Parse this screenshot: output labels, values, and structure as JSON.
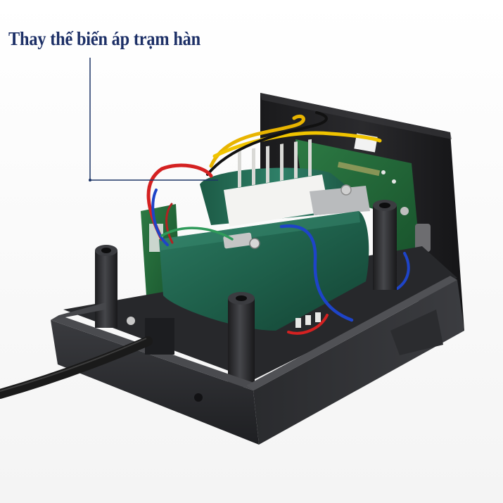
{
  "caption": {
    "text": "Thay thế biến áp trạm hàn"
  },
  "colors": {
    "caption_text": "#1c2f66",
    "leader_line": "#1d3566",
    "housing": "#2c2d30",
    "transformer_tape": "#1e5f4a",
    "circuit_board": "#1f6a3a"
  },
  "subject": {
    "housing": "black-plastic-case",
    "component": "transformer",
    "board": "circuit-board",
    "cable": "power-cord"
  }
}
